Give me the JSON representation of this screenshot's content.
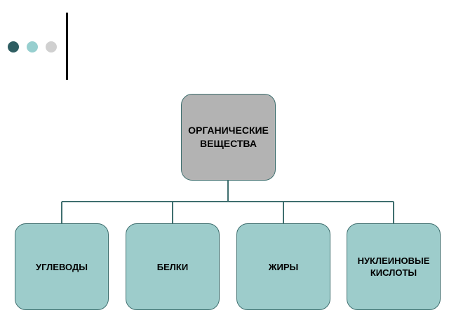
{
  "decor": {
    "dots": [
      {
        "icon": "dot-dark",
        "color": "#2e5e62"
      },
      {
        "icon": "dot-teal",
        "color": "#97cfcf"
      },
      {
        "icon": "dot-gray",
        "color": "#d0d0d0"
      }
    ]
  },
  "colors": {
    "root_fill": "#b3b3b3",
    "child_fill": "#9dcccb",
    "connector": "#3f6f6f"
  },
  "diagram": {
    "root": {
      "label": "ОРГАНИЧЕСКИЕ\nВЕЩЕСТВА"
    },
    "children": [
      {
        "label": "УГЛЕВОДЫ"
      },
      {
        "label": "БЕЛКИ"
      },
      {
        "label": "ЖИРЫ"
      },
      {
        "label": "НУКЛЕИНОВЫЕ\nКИСЛОТЫ"
      }
    ]
  }
}
